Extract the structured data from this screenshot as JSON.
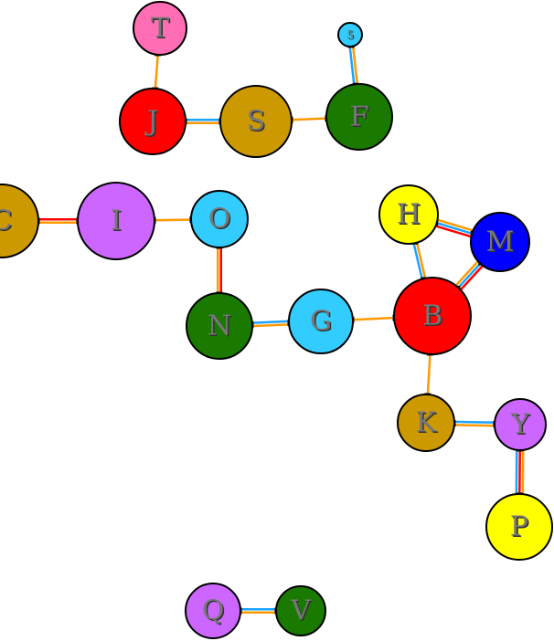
{
  "nodes": [
    {
      "id": "T",
      "label": "T",
      "color": "#ff6eb4"
    },
    {
      "id": "5",
      "label": "5",
      "color": "#33ccff"
    },
    {
      "id": "J",
      "label": "J",
      "color": "#ff0000"
    },
    {
      "id": "S",
      "label": "S",
      "color": "#cc9900"
    },
    {
      "id": "F",
      "label": "F",
      "color": "#1a7a00"
    },
    {
      "id": "C",
      "label": "C",
      "color": "#cc9900"
    },
    {
      "id": "I",
      "label": "I",
      "color": "#cc66ff"
    },
    {
      "id": "O",
      "label": "O",
      "color": "#33ccff"
    },
    {
      "id": "H",
      "label": "H",
      "color": "#ffff00"
    },
    {
      "id": "M",
      "label": "M",
      "color": "#0000ff"
    },
    {
      "id": "N",
      "label": "N",
      "color": "#1a7a00"
    },
    {
      "id": "G",
      "label": "G",
      "color": "#33ccff"
    },
    {
      "id": "B",
      "label": "B",
      "color": "#ff0000"
    },
    {
      "id": "K",
      "label": "K",
      "color": "#cc9900"
    },
    {
      "id": "Y",
      "label": "Y",
      "color": "#cc66ff"
    },
    {
      "id": "P",
      "label": "P",
      "color": "#ffff00"
    },
    {
      "id": "Q",
      "label": "Q",
      "color": "#cc66ff"
    },
    {
      "id": "V",
      "label": "V",
      "color": "#1a7a00"
    }
  ],
  "edges": [
    {
      "from": "T",
      "to": "J",
      "colors": [
        "#ff9900"
      ]
    },
    {
      "from": "5",
      "to": "F",
      "colors": [
        "#ff9900",
        "#1aa3ff"
      ]
    },
    {
      "from": "J",
      "to": "S",
      "colors": [
        "#1aa3ff",
        "#ff9900"
      ]
    },
    {
      "from": "S",
      "to": "F",
      "colors": [
        "#ff9900"
      ]
    },
    {
      "from": "C",
      "to": "I",
      "colors": [
        "#ff0000",
        "#ff9900"
      ]
    },
    {
      "from": "I",
      "to": "O",
      "colors": [
        "#ff9900"
      ]
    },
    {
      "from": "O",
      "to": "N",
      "colors": [
        "#ff0000",
        "#ff9900"
      ]
    },
    {
      "from": "N",
      "to": "G",
      "colors": [
        "#1aa3ff",
        "#ff9900"
      ]
    },
    {
      "from": "G",
      "to": "B",
      "colors": [
        "#ff9900"
      ]
    },
    {
      "from": "H",
      "to": "M",
      "colors": [
        "#ff9900",
        "#1aa3ff",
        "#ff0000"
      ]
    },
    {
      "from": "H",
      "to": "B",
      "colors": [
        "#ff9900",
        "#1aa3ff"
      ]
    },
    {
      "from": "M",
      "to": "B",
      "colors": [
        "#ff0000",
        "#1aa3ff",
        "#ff9900"
      ]
    },
    {
      "from": "B",
      "to": "K",
      "colors": [
        "#ff9900"
      ]
    },
    {
      "from": "K",
      "to": "Y",
      "colors": [
        "#1aa3ff",
        "#ff9900"
      ]
    },
    {
      "from": "Y",
      "to": "P",
      "colors": [
        "#ff9900",
        "#ff0000",
        "#1aa3ff"
      ]
    },
    {
      "from": "Q",
      "to": "V",
      "colors": [
        "#1aa3ff",
        "#ff9900"
      ]
    }
  ]
}
